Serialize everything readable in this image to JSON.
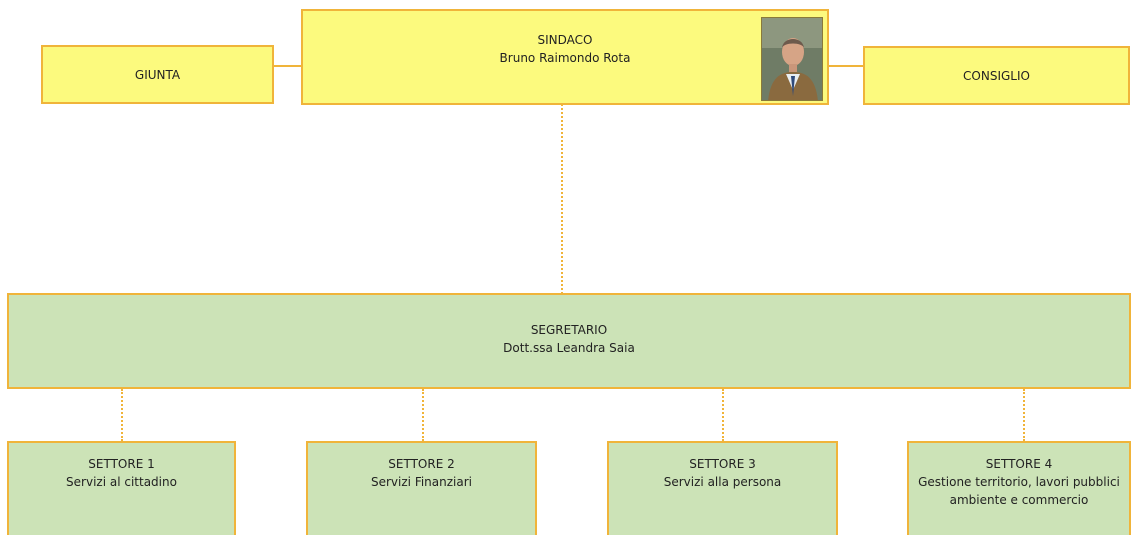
{
  "chart": {
    "sindaco": {
      "title": "SINDACO",
      "name": "Bruno Raimondo Rota",
      "photo_icon": "person-portrait-icon"
    },
    "giunta": {
      "title": "GIUNTA"
    },
    "consiglio": {
      "title": "CONSIGLIO"
    },
    "segretario": {
      "title": "SEGRETARIO",
      "name": "Dott.ssa Leandra Saia"
    },
    "settori": [
      {
        "title": "SETTORE 1",
        "desc": "Servizi al cittadino"
      },
      {
        "title": "SETTORE 2",
        "desc": "Servizi Finanziari"
      },
      {
        "title": "SETTORE 3",
        "desc": "Servizi alla persona"
      },
      {
        "title": "SETTORE 4",
        "desc": "Gestione territorio, lavori pubblici ambiente e commercio"
      }
    ]
  },
  "colors": {
    "top_fill": "#fcfa7e",
    "bottom_fill": "#cce3b7",
    "border": "#f0b43a"
  }
}
